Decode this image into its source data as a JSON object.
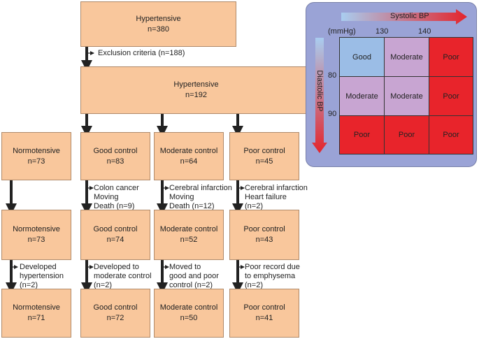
{
  "flow": {
    "top": {
      "title": "Hypertensive",
      "count": "n=380"
    },
    "exclusion": "Exclusion criteria (n=188)",
    "second": {
      "title": "Hypertensive",
      "count": "n=192"
    },
    "rows": [
      [
        {
          "title": "Normotensive",
          "count": "n=73"
        },
        {
          "title": "Good control",
          "count": "n=83"
        },
        {
          "title": "Moderate control",
          "count": "n=64"
        },
        {
          "title": "Poor control",
          "count": "n=45"
        }
      ],
      [
        {
          "title": "Normotensive",
          "count": "n=73"
        },
        {
          "title": "Good control",
          "count": "n=74"
        },
        {
          "title": "Moderate control",
          "count": "n=52"
        },
        {
          "title": "Poor control",
          "count": "n=43"
        }
      ],
      [
        {
          "title": "Normotensive",
          "count": "n=71"
        },
        {
          "title": "Good control",
          "count": "n=72"
        },
        {
          "title": "Moderate control",
          "count": "n=50"
        },
        {
          "title": "Poor control",
          "count": "n=41"
        }
      ]
    ],
    "notes_1": [
      {
        "lines": []
      },
      {
        "lines": [
          "Colon cancer",
          "Moving",
          "Death (n=9)"
        ]
      },
      {
        "lines": [
          "Cerebral infarction",
          "Moving",
          "Death (n=12)"
        ]
      },
      {
        "lines": [
          "Cerebral infarction",
          "Heart failure",
          "(n=2)"
        ]
      }
    ],
    "notes_2": [
      {
        "lines": [
          "Developed",
          "hypertension",
          "(n=2)"
        ]
      },
      {
        "lines": [
          "Developed to",
          "moderate control",
          "(n=2)"
        ]
      },
      {
        "lines": [
          "Moved to",
          "good and poor",
          "control (n=2)"
        ]
      },
      {
        "lines": [
          "Poor record due",
          "to emphysema",
          "(n=2)"
        ]
      }
    ]
  },
  "legend": {
    "systolic_label": "Systolic BP",
    "diastolic_label": "Diastolic BP",
    "unit": "(mmHg)",
    "sys_ticks": [
      "130",
      "140"
    ],
    "dia_ticks": [
      "80",
      "90"
    ],
    "grid": [
      [
        "Good",
        "Moderate",
        "Poor"
      ],
      [
        "Moderate",
        "Moderate",
        "Poor"
      ],
      [
        "Poor",
        "Poor",
        "Poor"
      ]
    ],
    "colors": {
      "Good": "#9bbde6",
      "Moderate": "#c8a5d2",
      "Poor": "#e8242b",
      "box": "#f9c79c",
      "panel": "#9aa3d6"
    }
  }
}
